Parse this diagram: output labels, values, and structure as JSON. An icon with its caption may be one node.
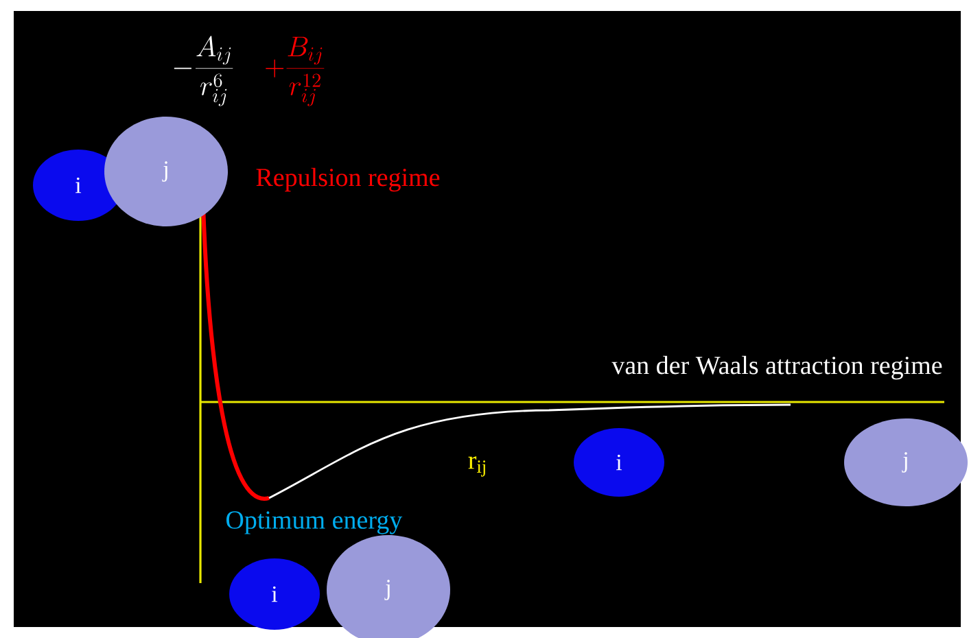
{
  "diagram": {
    "nodes": [
      {
        "text": [
          "i"
        ]
      },
      {
        "text": [
          "j"
        ]
      },
      {
        "text": [
          "i"
        ]
      },
      {
        "text": [
          "j"
        ]
      },
      {
        "text": [
          "i"
        ]
      },
      {
        "text": [
          "j"
        ]
      }
    ],
    "edges": [],
    "labels": [
      "-\\frac{A_{ij}}{r_{ij}^{6}}",
      "+\\frac{B_{ij}}{r_{ij}^{12}}",
      "Repulsion regime",
      "van der Waals attraction regime",
      "r$_{ij}$",
      "Optimum energy"
    ]
  }
}
